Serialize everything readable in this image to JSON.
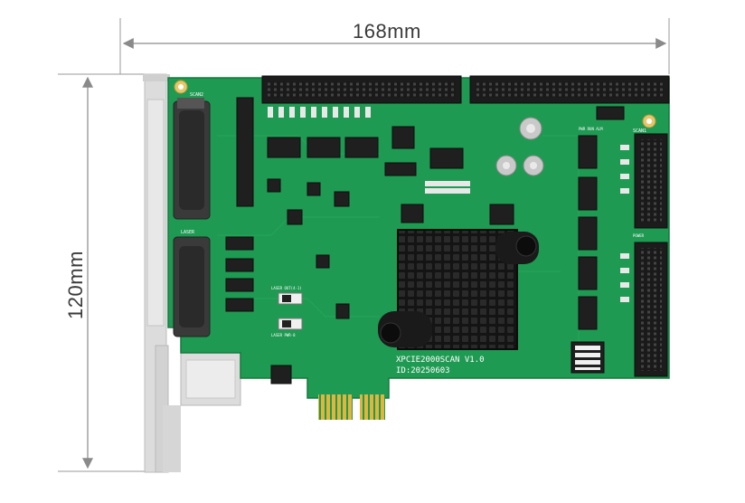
{
  "dimensions": {
    "width_label": "168mm",
    "height_label": "120mm"
  },
  "board": {
    "model_text": "XPCIE2000SCAN V1.0",
    "id_text": "ID:20250603",
    "silkscreen": {
      "scan1": "SCAN1",
      "scan2": "SCAN2",
      "laser": "LASER",
      "laser_out": "LASER OUT(4-1)",
      "laser_pwr": "LASER PWR-8",
      "ext_pwr": "PWR RUN ALM",
      "power": "POWER"
    }
  },
  "colors": {
    "pcb": "#1f9a52",
    "pcb_dark": "#17833f",
    "heatsink": "#1b1b1b",
    "bracket": "#dedede",
    "gold": "#e0b23a",
    "dim_line": "#8a8a8a"
  }
}
